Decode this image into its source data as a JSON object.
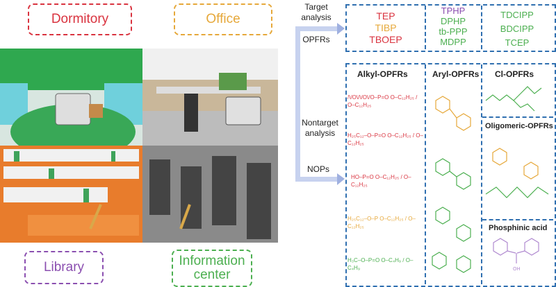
{
  "locations": {
    "dormitory": "Dormitory",
    "office": "Office",
    "library": "Library",
    "information_center": "Information center"
  },
  "flow": {
    "target_label": "Target analysis",
    "opfrs_label": "OPFRs",
    "nontarget_label": "Nontarget analysis",
    "nops_label": "NOPs"
  },
  "target": {
    "group1": [
      {
        "name": "TEP",
        "color": "#d9333f"
      },
      {
        "name": "TIBP",
        "color": "#e6a83a"
      },
      {
        "name": "TBOEP",
        "color": "#d9333f"
      }
    ],
    "group2": [
      {
        "name": "TPHP",
        "color": "#8b4fb0"
      },
      {
        "name": "DPHP",
        "color": "#4caf50"
      },
      {
        "name": "tb-PPP",
        "color": "#4caf50"
      },
      {
        "name": "MDPP",
        "color": "#4caf50"
      }
    ],
    "group3": [
      {
        "name": "TDCIPP",
        "color": "#4caf50"
      },
      {
        "name": "BDCIPP",
        "color": "#4caf50"
      },
      {
        "name": "TCEP",
        "color": "#4caf50"
      }
    ]
  },
  "nontarget": {
    "alkyl": "Alkyl-OPFRs",
    "aryl": "Aryl-OPFRs",
    "cl": "Cl-OPFRs",
    "oligomeric": "Oligomeric-OPFRs",
    "phosphinic": "Phosphinic acid",
    "alkyl_structures": [
      "/\\/O\\/\\/O\\/O–P=O  O–C₁₂H₂₅ / O–C₁₂H₂₅",
      "H₂₅C₁₂–O–P=O  O–C₁₂H₂₅ / O–C₁₂H₂₅",
      "HO–P=O  O–C₁₂H₂₅ / O–C₁₂H₂₅",
      "H₂₅C₁₂–O–P  O–C₁₂H₂₅ / O–C₁₂H₂₅",
      "H₃C–O–P=O  O–C₄H₉ / O–C₄H₉"
    ]
  },
  "colors": {
    "blue_dash": "#2f6fb0",
    "red": "#d9333f",
    "orange": "#e6a83a",
    "purple": "#8b4fb0",
    "green": "#4caf50"
  }
}
